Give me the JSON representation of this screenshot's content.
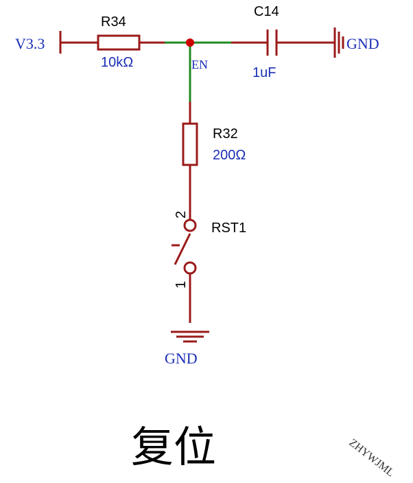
{
  "diagram": {
    "title": "复位",
    "watermark": "ZHYWJML",
    "net_labels": {
      "supply": "V3.3",
      "enable": "EN",
      "ground_right": "GND",
      "ground_bottom": "GND"
    },
    "components": {
      "r34": {
        "ref": "R34",
        "value": "10kΩ"
      },
      "c14": {
        "ref": "C14",
        "value": "1uF"
      },
      "r32": {
        "ref": "R32",
        "value": "200Ω"
      },
      "rst1": {
        "ref": "RST1",
        "pin_top": "2",
        "pin_bottom": "1"
      }
    },
    "colors": {
      "wire": "#9b1a1a",
      "net_wire": "#1f8a1f",
      "junction": "#cc0000",
      "value_text": "#1a2fb5"
    }
  }
}
